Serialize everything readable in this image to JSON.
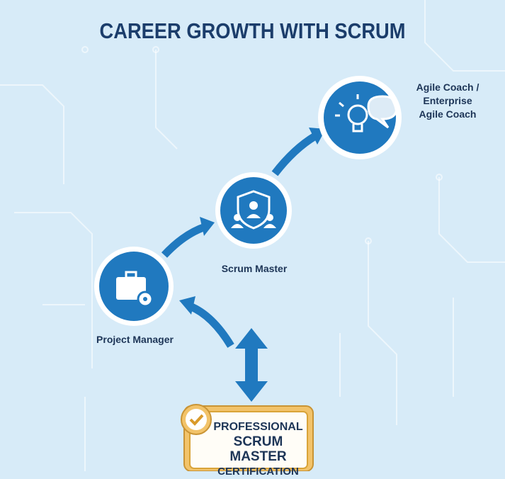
{
  "title": "CAREER GROWTH WITH SCRUM",
  "steps": [
    {
      "label": "Project Manager",
      "icon": "briefcase-gear-icon"
    },
    {
      "label": "Scrum Master",
      "icon": "shield-team-icon"
    },
    {
      "label": "Agile Coach / Enterprise Agile Coach",
      "line1": "Agile Coach /",
      "line2": "Enterprise",
      "line3": "Agile Coach",
      "icon": "lightbulb-speech-icon"
    }
  ],
  "certification": {
    "line1": "PROFESSIONAL",
    "line2": "SCRUM MASTER",
    "line3": "CERTIFICATION",
    "icon": "checkmark-badge-icon"
  },
  "colors": {
    "background": "#d7ebf8",
    "circle": "#2079bf",
    "title": "#1b3d6b",
    "gold": "#d9a43a"
  }
}
